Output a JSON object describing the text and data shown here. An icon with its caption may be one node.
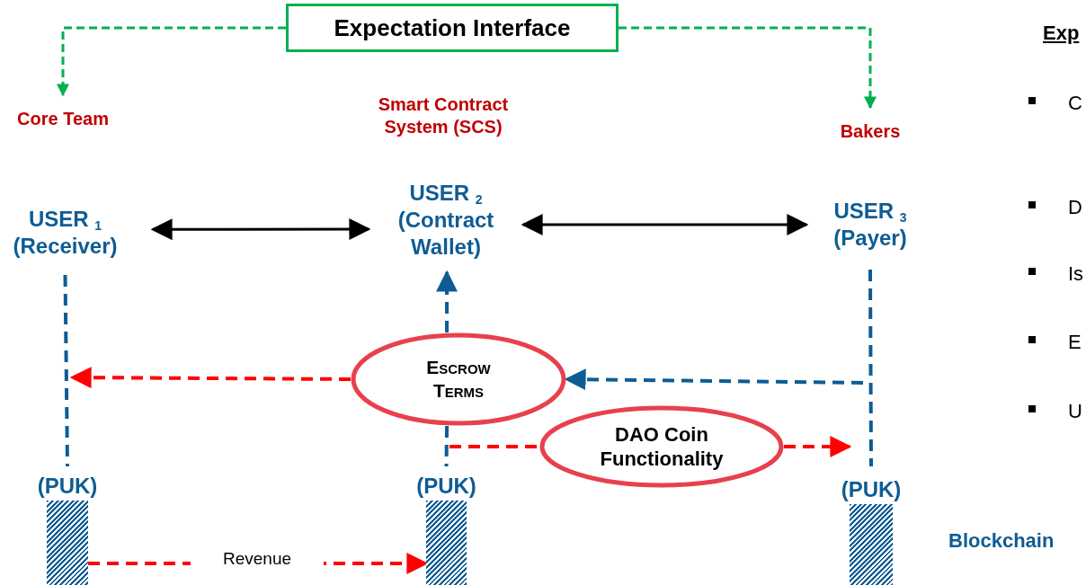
{
  "diagram": {
    "nodes": [
      {
        "text": [
          "Expectation Interface"
        ]
      },
      {
        "text": [
          "Core Team"
        ]
      },
      {
        "text": [
          "Bakers"
        ]
      },
      {
        "text": [
          "USER $_{1}$ (Receiver)"
        ]
      },
      {
        "text": [
          "USER $_{2}$ (Contract Wallet)"
        ]
      },
      {
        "text": [
          "USER $_{3}$ (Payer)"
        ]
      },
      {
        "text": [
          "Escrow Terms"
        ]
      },
      {
        "text": [
          "DAO Coin Functionality"
        ]
      },
      {
        "text": [
          "(PUK)"
        ]
      },
      {
        "text": [
          "(PUK)"
        ]
      },
      {
        "text": [
          "(PUK)"
        ]
      }
    ],
    "edges": [
      {
        "from": 0,
        "to": 1,
        "arrow": "to",
        "style": "dashed",
        "color": "#00b050"
      },
      {
        "from": 0,
        "to": 2,
        "arrow": "to",
        "style": "dashed",
        "color": "#00b050"
      },
      {
        "from": 3,
        "to": 4,
        "arrow": "both",
        "color": "#000000"
      },
      {
        "from": 4,
        "to": 5,
        "arrow": "both",
        "color": "#000000"
      },
      {
        "from": 3,
        "to": 8,
        "arrow": "none",
        "style": "dashed",
        "color": "#0e5c94"
      },
      {
        "from": 6,
        "to": 4,
        "arrow": "to",
        "style": "dashed",
        "color": "#0e5c94"
      },
      {
        "from": 6,
        "to": 9,
        "arrow": "none",
        "style": "dashed",
        "color": "#0e5c94"
      },
      {
        "from": 5,
        "to": 10,
        "arrow": "none",
        "style": "dashed",
        "color": "#0e5c94"
      },
      {
        "from": 6,
        "to": null,
        "arrow": "to",
        "style": "dashed",
        "color": "#ff0000"
      },
      {
        "from": null,
        "to": 6,
        "arrow": "to",
        "style": "dashed",
        "color": "#0e5c94"
      },
      {
        "from": null,
        "to": 7,
        "arrow": "none",
        "style": "dashed",
        "color": "#ff0000"
      },
      {
        "from": 7,
        "to": 10,
        "arrow": "to",
        "style": "dashed",
        "color": "#ff0000"
      },
      {
        "from": 8,
        "to": 9,
        "arrow": "to",
        "label": "Revenue",
        "style": "dashed",
        "color": "#ff0000"
      }
    ],
    "labels": [
      "Smart Contract System (SCS)",
      "Exp",
      "C",
      "D",
      "Is",
      "E",
      "U",
      "Blockchain"
    ]
  }
}
